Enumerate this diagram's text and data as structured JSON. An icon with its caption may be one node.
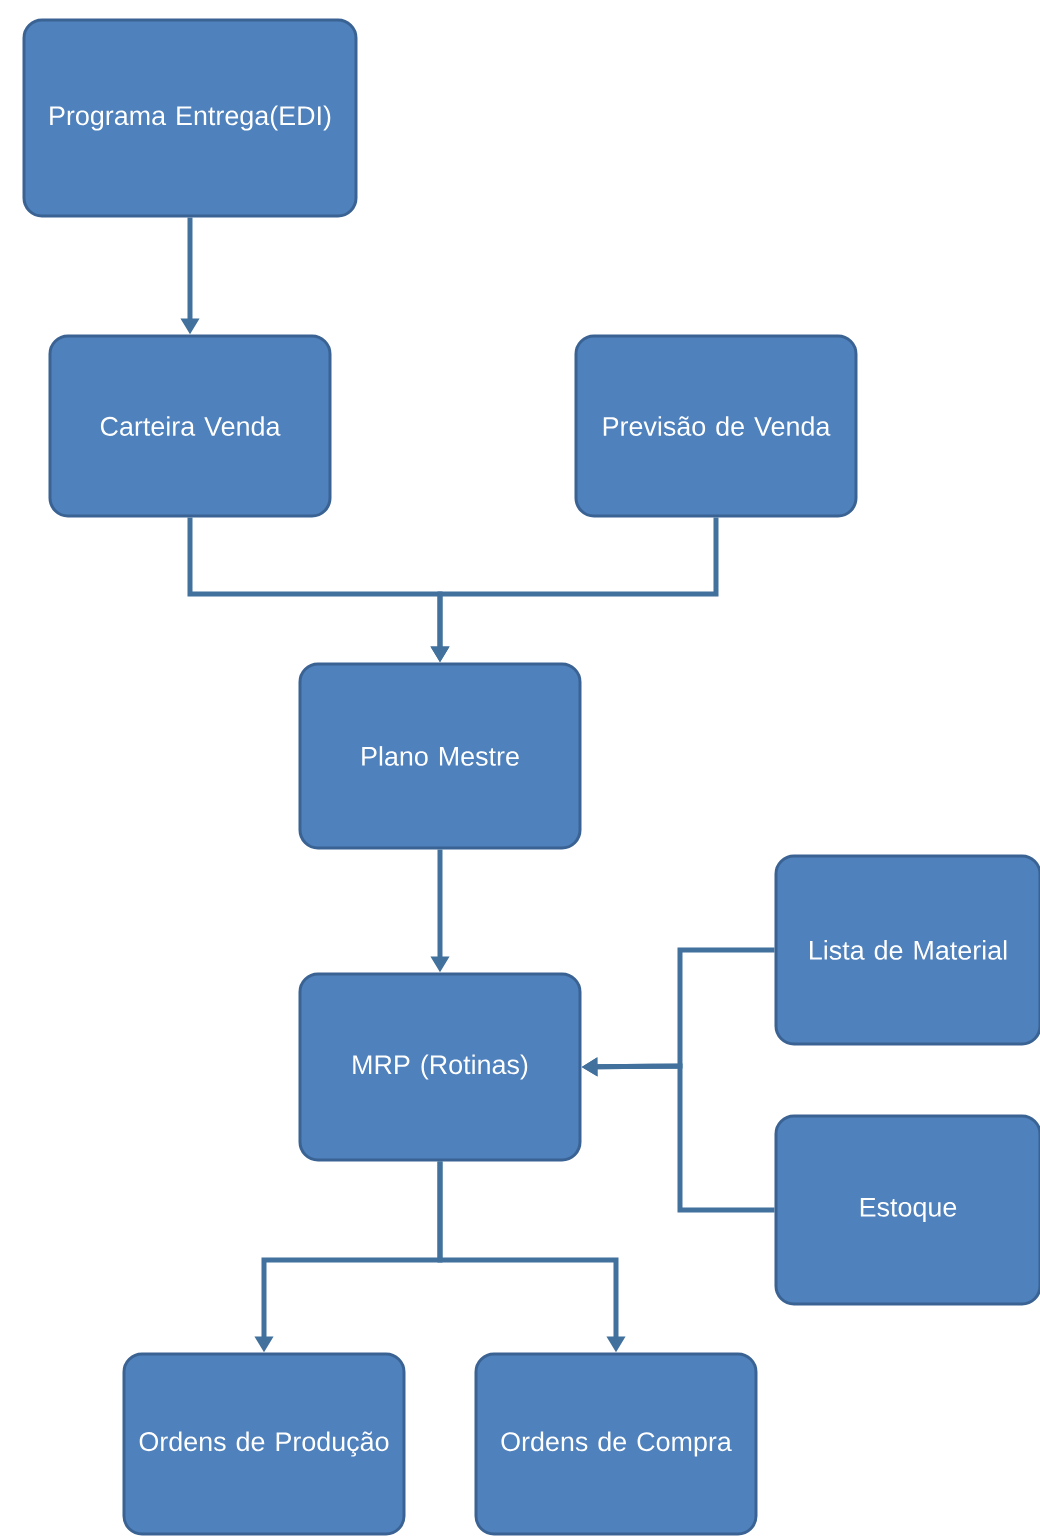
{
  "diagram": {
    "nodes": [
      {
        "text": [
          "Programa Entrega(EDI)"
        ]
      },
      {
        "text": [
          "Carteira Venda"
        ]
      },
      {
        "text": [
          "Previsão de Venda"
        ]
      },
      {
        "text": [
          "Plano Mestre"
        ]
      },
      {
        "text": [
          "MRP (Rotinas)"
        ]
      },
      {
        "text": [
          "Lista de Material"
        ]
      },
      {
        "text": [
          "Estoque"
        ]
      },
      {
        "text": [
          "Ordens de Produção"
        ]
      },
      {
        "text": [
          "Ordens de Compra"
        ]
      }
    ],
    "edges": [
      {
        "from": 0,
        "to": 1,
        "arrow": "to"
      },
      {
        "from": 1,
        "to": 3,
        "arrow": "to"
      },
      {
        "from": 2,
        "to": 3,
        "arrow": "to"
      },
      {
        "from": 3,
        "to": 4,
        "arrow": "to"
      },
      {
        "from": 5,
        "to": 4,
        "arrow": "to"
      },
      {
        "from": 6,
        "to": 4,
        "arrow": "to"
      },
      {
        "from": 4,
        "to": 7,
        "arrow": "to"
      },
      {
        "from": 4,
        "to": 8,
        "arrow": "to"
      }
    ]
  }
}
